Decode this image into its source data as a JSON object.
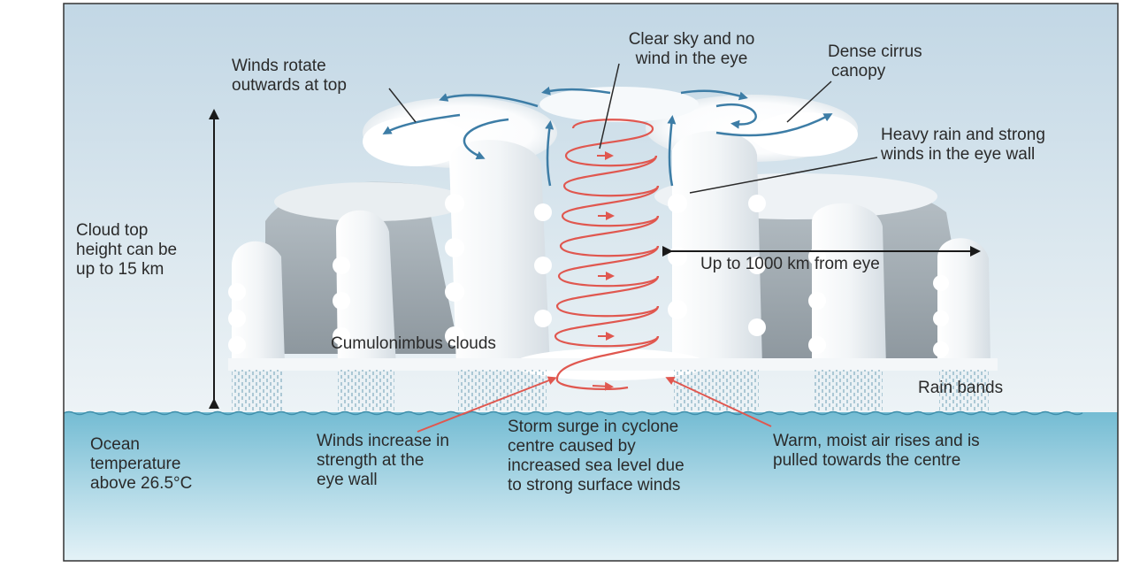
{
  "labels": {
    "eye": [
      "Clear sky and no",
      "wind in the eye"
    ],
    "cirrus": [
      "Dense cirrus",
      "canopy"
    ],
    "winds_rotate": [
      "Winds rotate",
      "outwards at top"
    ],
    "eye_wall": [
      "Heavy rain and strong",
      "winds in the eye wall"
    ],
    "cloud_top": [
      "Cloud top",
      "height can be",
      "up to 15 km"
    ],
    "distance": "Up to 1000 km from eye",
    "cumulonimbus": "Cumulonimbus clouds",
    "rain_bands": "Rain bands",
    "ocean": [
      "Ocean",
      "temperature",
      "above 26.5°C"
    ],
    "winds_increase": [
      "Winds increase in",
      "strength at the",
      "eye wall"
    ],
    "storm_surge": [
      "Storm surge in cyclone",
      "centre caused by",
      "increased sea level due",
      "to strong surface winds"
    ],
    "warm_air": [
      "Warm, moist air rises and is",
      "pulled towards the centre"
    ]
  },
  "colors": {
    "sky_top": "#c5d9e6",
    "sky_bottom": "#e8f0f4",
    "sea": "#7fc3d8",
    "spiral": "#e0574f",
    "outflow_arrow": "#3d7da6",
    "black_arrow": "#1a1a1a",
    "text": "#2a2a2a"
  }
}
